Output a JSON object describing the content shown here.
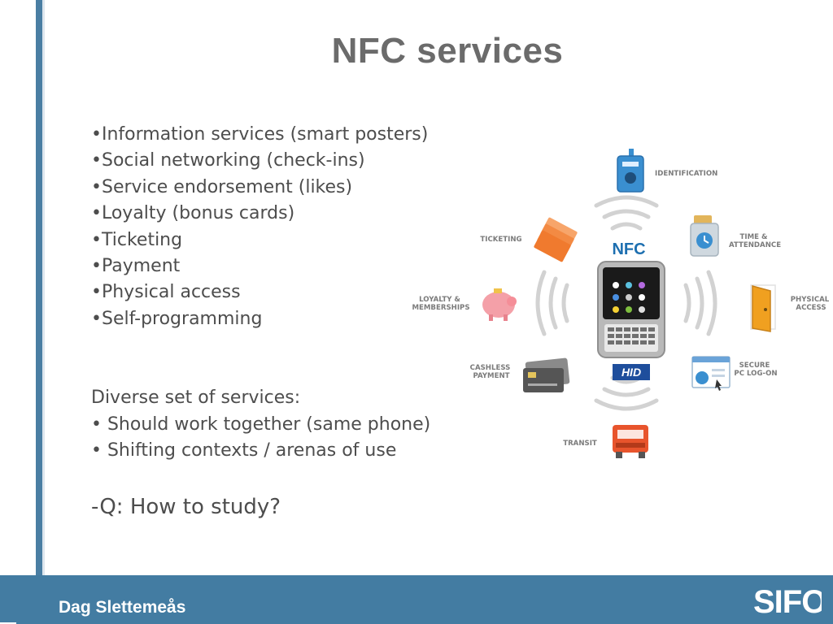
{
  "slide": {
    "title": "NFC services",
    "bullets": [
      "•Information services (smart posters)",
      "•Social networking (check-ins)",
      "•Service endorsement (likes)",
      "•Loyalty (bonus cards)",
      "•Ticketing",
      "•Payment",
      "•Physical access",
      "•Self-programming"
    ],
    "diverse_heading": "Diverse set of services:",
    "diverse_points": [
      "• Should work together (same phone)",
      "• Shifting contexts / arenas of use"
    ],
    "question": "-Q: How to study?"
  },
  "diagram": {
    "center_label": "NFC",
    "brand_label": "HID",
    "labels": {
      "identification": "IDENTIFICATION",
      "time_line1": "TIME &",
      "time_line2": "ATTENDANCE",
      "physical_line1": "PHYSICAL",
      "physical_line2": "ACCESS",
      "secure_line1": "SECURE",
      "secure_line2": "PC LOG-ON",
      "transit": "TRANSIT",
      "cashless_line1": "CASHLESS",
      "cashless_line2": "PAYMENT",
      "loyalty_line1": "LOYALTY &",
      "loyalty_line2": "MEMBERSHIPS",
      "ticketing": "TICKETING"
    },
    "colors": {
      "nfc_blue": "#1d6fb0",
      "hid_blue": "#1e4e9c",
      "ticket_orange": "#f07a2e",
      "truck_orange": "#e8542c",
      "door_orange": "#f0a020",
      "pig_pink": "#f4a0a8",
      "badge_blue": "#3a8fd0"
    }
  },
  "footer": {
    "author": "Dag Slettemeås",
    "logo_text": "SIFO"
  }
}
